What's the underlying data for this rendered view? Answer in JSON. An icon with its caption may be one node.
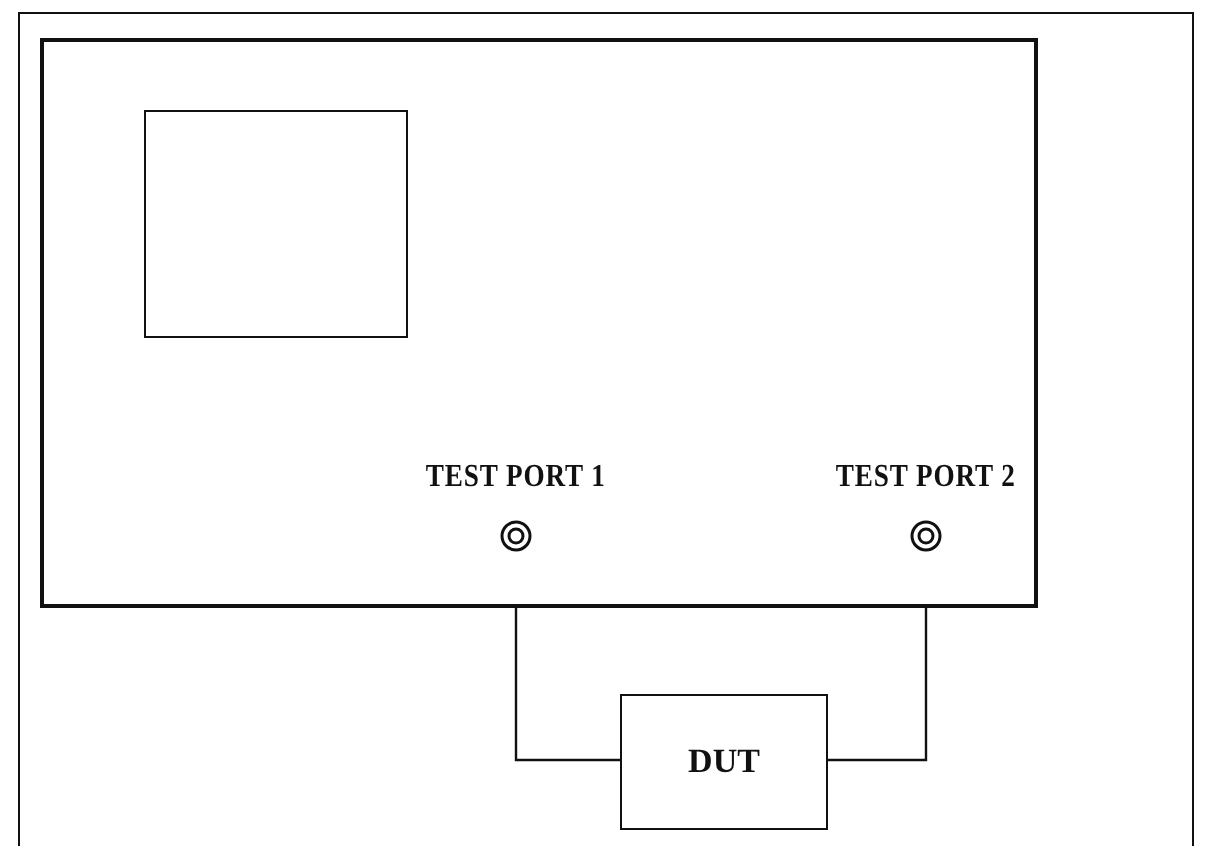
{
  "diagram": {
    "nodes": [
      {
        "text": [],
        "shape": "box"
      },
      {
        "text": [],
        "shape": "box",
        "in": 0
      },
      {
        "text": [
          "TEST PORT 1"
        ],
        "in": 0
      },
      {
        "text": [
          "TEST PORT 2"
        ],
        "in": 0
      },
      {
        "text": [
          "DUT"
        ]
      }
    ],
    "edges": [
      {
        "from": 2,
        "to": 4,
        "arrow": "none"
      },
      {
        "from": 3,
        "to": 4,
        "arrow": "none"
      }
    ]
  }
}
